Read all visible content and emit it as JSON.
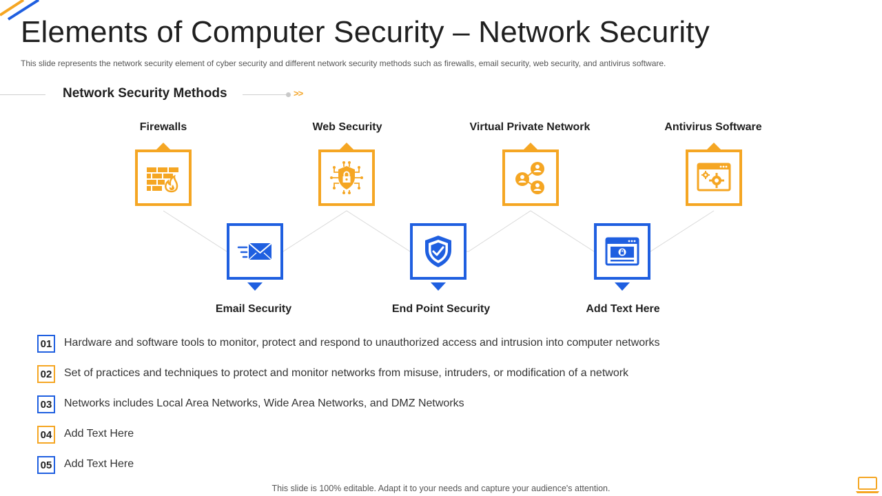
{
  "title": "Elements of Computer Security – Network Security",
  "subtitle": "This slide represents the network security element of cyber security and different network security methods such as firewalls, email security, web security, and antivirus software.",
  "section": {
    "title": "Network Security Methods",
    "chevrons": ">>"
  },
  "methods": {
    "firewalls": {
      "label": "Firewalls",
      "icon": "firewall-icon"
    },
    "email": {
      "label": "Email Security",
      "icon": "email-icon"
    },
    "web": {
      "label": "Web Security",
      "icon": "shield-lock-circuit-icon"
    },
    "endpoint": {
      "label": "End Point Security",
      "icon": "shield-check-icon"
    },
    "vpn": {
      "label": "Virtual Private Network",
      "icon": "network-users-icon"
    },
    "add": {
      "label": "Add Text Here",
      "icon": "browser-lock-icon"
    },
    "antivirus": {
      "label": "Antivirus Software",
      "icon": "browser-gear-icon"
    }
  },
  "items": [
    {
      "num": "01",
      "text": "Hardware and software tools to monitor, protect and respond to unauthorized  access and intrusion into computer networks"
    },
    {
      "num": "02",
      "text": "Set of practices and techniques to protect and monitor networks from misuse, intruders, or modification of a network"
    },
    {
      "num": "03",
      "text": "Networks includes Local Area Networks, Wide Area Networks, and DMZ Networks"
    },
    {
      "num": "04",
      "text": "Add Text Here"
    },
    {
      "num": "05",
      "text": "Add Text Here"
    }
  ],
  "footer": "This slide is 100% editable. Adapt it to your needs and capture your audience's attention.",
  "colors": {
    "orange": "#f5a623",
    "blue": "#1f5fe0"
  }
}
